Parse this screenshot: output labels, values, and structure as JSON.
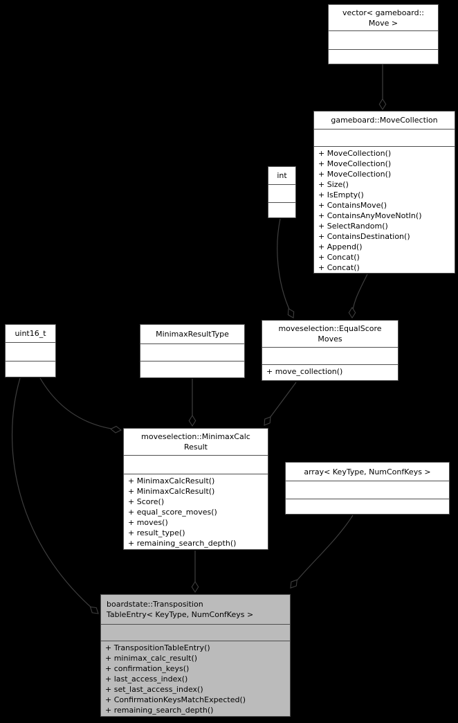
{
  "diagram": {
    "kind": "uml-collaboration-diagram",
    "colors": {
      "background": "#000000",
      "node_fill": "#ffffff",
      "node_border": "#4e4e4e",
      "focal_node_fill": "#bbbbbb",
      "edge": "#3f3f3f",
      "text": "#000000"
    },
    "nodes": {
      "vector_move": {
        "title": "vector< gameboard::\nMove >",
        "methods": []
      },
      "move_collection": {
        "title": "gameboard::MoveCollection",
        "methods": [
          "+ MoveCollection()",
          "+ MoveCollection()",
          "+ MoveCollection()",
          "+ Size()",
          "+ IsEmpty()",
          "+ ContainsMove()",
          "+ ContainsAnyMoveNotIn()",
          "+ SelectRandom()",
          "+ ContainsDestination()",
          "+ Append()",
          "+ Concat()",
          "+ Concat()"
        ]
      },
      "int_type": {
        "title": "int",
        "methods": []
      },
      "uint16": {
        "title": "uint16_t",
        "methods": []
      },
      "minimax_result_type": {
        "title": "MinimaxResultType",
        "methods": []
      },
      "equal_score_moves": {
        "title": "moveselection::EqualScore\nMoves",
        "methods": [
          "+ move_collection()"
        ]
      },
      "minimax_calc_result": {
        "title": "moveselection::MinimaxCalc\nResult",
        "methods": [
          "+ MinimaxCalcResult()",
          "+ MinimaxCalcResult()",
          "+ Score()",
          "+ equal_score_moves()",
          "+ moves()",
          "+ result_type()",
          "+ remaining_search_depth()"
        ]
      },
      "array_keytype": {
        "title": "array< KeyType, NumConfKeys >",
        "methods": []
      },
      "transposition_table_entry": {
        "title": "boardstate::Transposition\nTableEntry< KeyType, NumConfKeys >",
        "methods": [
          "+ TranspositionTableEntry()",
          "+ minimax_calc_result()",
          "+ confirmation_keys()",
          "+ last_access_index()",
          "+ set_last_access_index()",
          "+ ConfirmationKeysMatchExpected()",
          "+ remaining_search_depth()"
        ]
      }
    },
    "edges": [
      {
        "container": "gameboard::MoveCollection",
        "part": "vector< gameboard::Move >",
        "type": "aggregation"
      },
      {
        "container": "moveselection::EqualScoreMoves",
        "part": "int",
        "type": "aggregation"
      },
      {
        "container": "moveselection::EqualScoreMoves",
        "part": "gameboard::MoveCollection",
        "type": "aggregation"
      },
      {
        "container": "moveselection::MinimaxCalcResult",
        "part": "uint16_t",
        "type": "aggregation"
      },
      {
        "container": "moveselection::MinimaxCalcResult",
        "part": "MinimaxResultType",
        "type": "aggregation"
      },
      {
        "container": "moveselection::MinimaxCalcResult",
        "part": "moveselection::EqualScoreMoves",
        "type": "aggregation"
      },
      {
        "container": "boardstate::TranspositionTableEntry< KeyType, NumConfKeys >",
        "part": "uint16_t",
        "type": "aggregation"
      },
      {
        "container": "boardstate::TranspositionTableEntry< KeyType, NumConfKeys >",
        "part": "moveselection::MinimaxCalcResult",
        "type": "aggregation"
      },
      {
        "container": "boardstate::TranspositionTableEntry< KeyType, NumConfKeys >",
        "part": "array< KeyType, NumConfKeys >",
        "type": "aggregation"
      }
    ]
  }
}
